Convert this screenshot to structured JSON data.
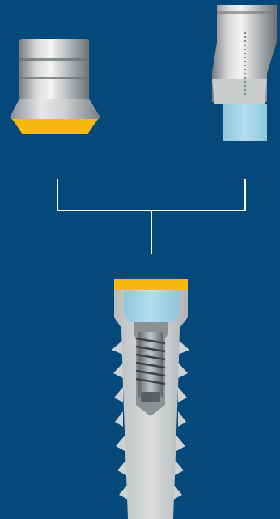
{
  "palette": {
    "background": "#05487a",
    "connector": "#ffffff",
    "gold_band": "#f5b90f",
    "light_blue_connection": "#9fd3e6",
    "titanium_light": "#e4e6e7",
    "titanium_mid": "#b9bcbe",
    "titanium_dark": "#6e7275"
  },
  "components": [
    {
      "id": "abutment-left",
      "kind": "cylindrical abutment with gold platform band"
    },
    {
      "id": "abutment-right",
      "kind": "tapered abutment with light-blue connection"
    },
    {
      "id": "implant",
      "kind": "threaded implant body, cross-section"
    }
  ],
  "connector": {
    "kind": "bracket joining both abutments to the implant"
  }
}
